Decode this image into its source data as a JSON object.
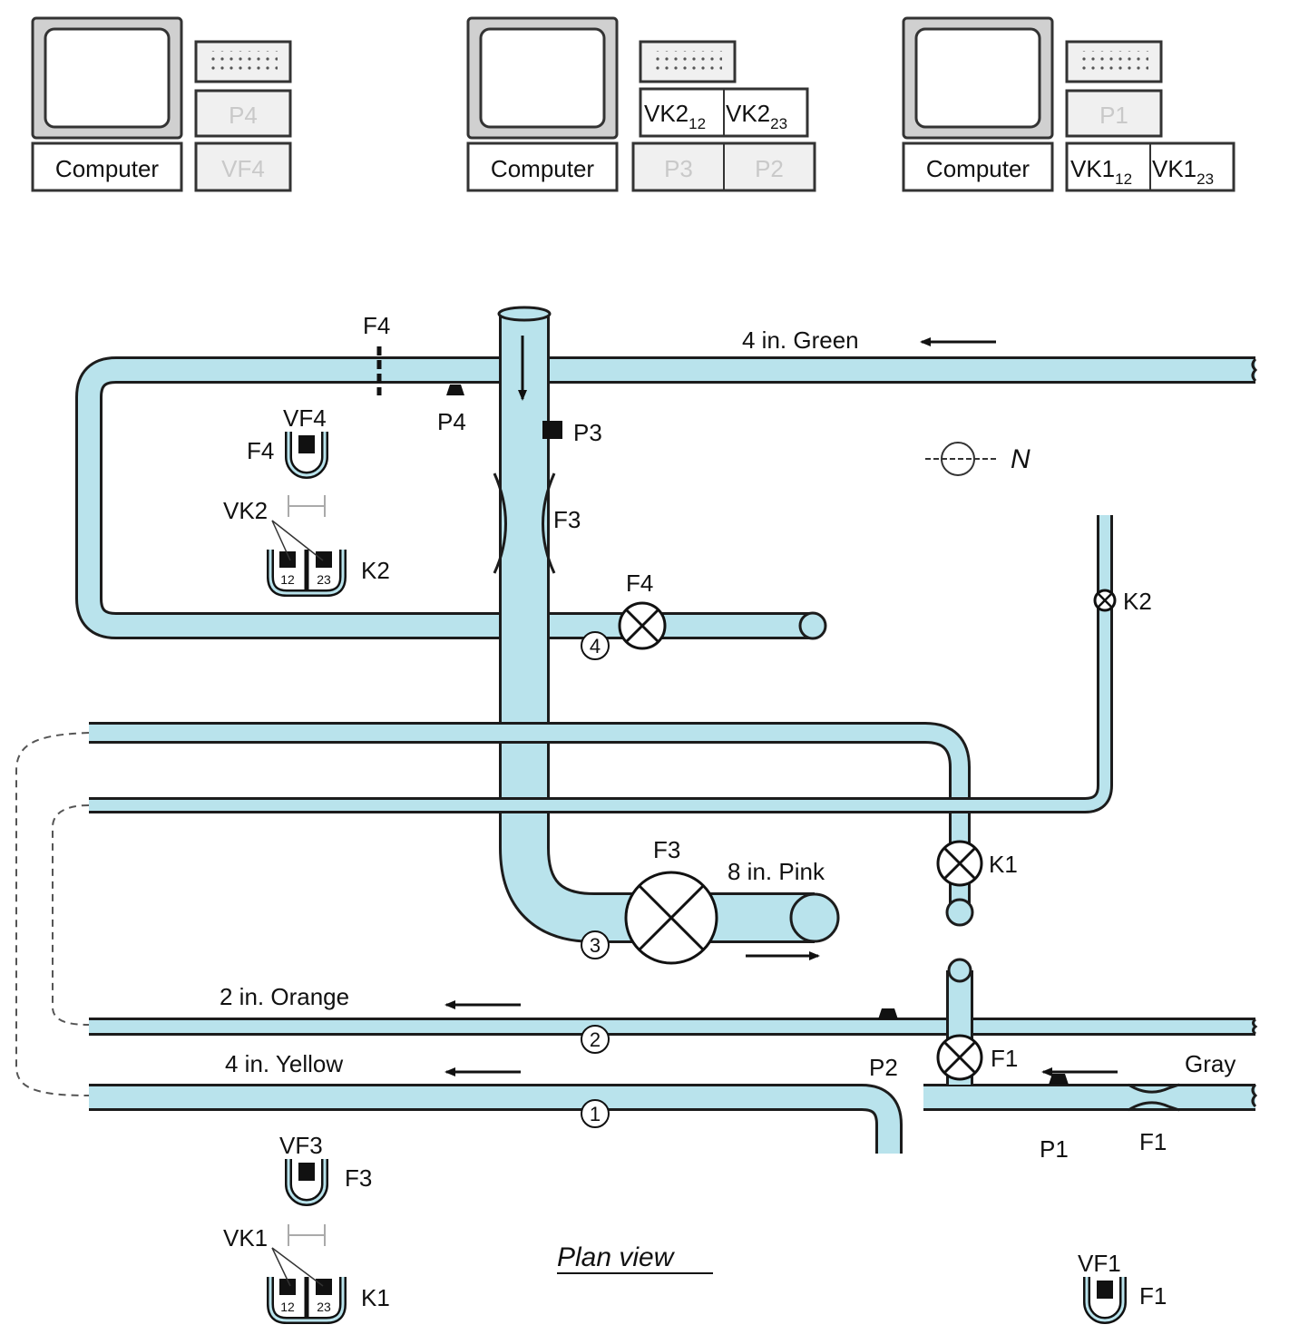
{
  "colors": {
    "pipe_fill": "#b9e3ec",
    "pipe_outline": "#1c1c1c",
    "instrument_box": "#f0f0f0",
    "disabled_text": "#c9c9c9",
    "ink": "#111111"
  },
  "stations": [
    {
      "computer_label": "Computer",
      "p_label": "P4",
      "v_label": "VF4"
    },
    {
      "computer_label": "Computer",
      "vk_a": "VK2",
      "vk_a_sub": "12",
      "vk_b": "VK2",
      "vk_b_sub": "23",
      "p_left": "P3",
      "p_right": "P2"
    },
    {
      "computer_label": "Computer",
      "p_label": "P1",
      "vk_a": "VK1",
      "vk_a_sub": "12",
      "vk_b": "VK1",
      "vk_b_sub": "23"
    }
  ],
  "pipes": {
    "green": "4 in. Green",
    "pink": "8 in. Pink",
    "orange": "2 in. Orange",
    "yellow": "4 in. Yellow",
    "gray": "Gray"
  },
  "labels": {
    "f4_top": "F4",
    "p4": "P4",
    "p3": "P3",
    "f3_venturi": "F3",
    "f4_valve": "F4",
    "k2_valve": "K2",
    "north": "N",
    "f3_valve": "F3",
    "k1_valve": "K1",
    "p2": "P2",
    "f1_valve": "F1",
    "p1": "P1",
    "f1_venturi": "F1",
    "plan_view": "Plan view"
  },
  "junctions": [
    "4",
    "3",
    "2",
    "1"
  ],
  "manometers": {
    "vf4": {
      "title": "VF4",
      "side": "F4"
    },
    "vk2": {
      "title": "VK2",
      "side": "K2",
      "sub_a": "12",
      "sub_b": "23"
    },
    "vf3": {
      "title": "VF3",
      "side": "F3"
    },
    "vk1": {
      "title": "VK1",
      "side": "K1",
      "sub_a": "12",
      "sub_b": "23"
    },
    "vf1": {
      "title": "VF1",
      "side": "F1"
    }
  }
}
